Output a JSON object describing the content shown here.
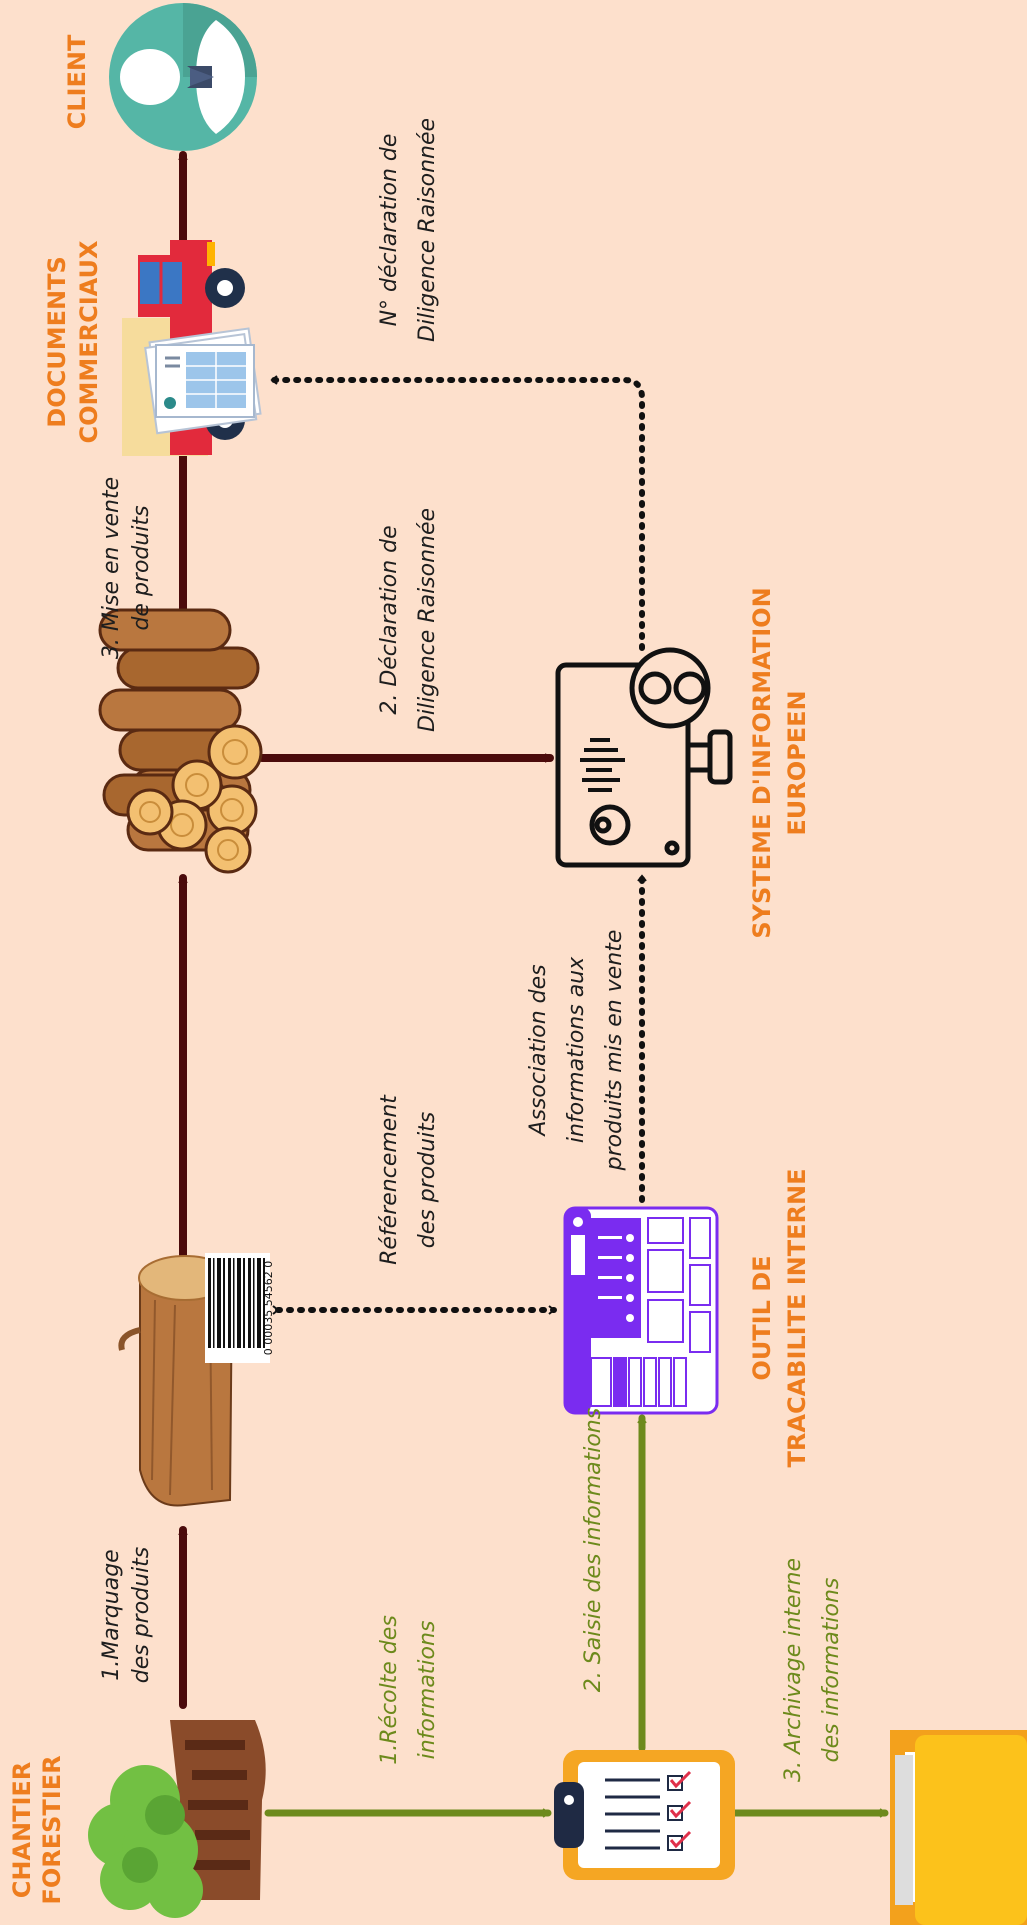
{
  "labels": {
    "chantier": [
      "CHANTIER",
      "FORESTIER"
    ],
    "outil": [
      "OUTIL DE",
      "TRACABILITE INTERNE"
    ],
    "systeme": [
      "SYSTEME D'INFORMATION",
      "EUROPEEN"
    ],
    "documents": [
      "DOCUMENTS",
      "COMMERCIAUX"
    ],
    "client": "CLIENT"
  },
  "steps": {
    "marquage": [
      "1.Marquage",
      "des produits"
    ],
    "mise_en_vente": [
      "3. Mise en vente",
      "de produits"
    ],
    "referencement": [
      "Référencement",
      "des produits"
    ],
    "declaration": [
      "2. Déclaration de",
      "Diligence Raisonnée"
    ],
    "numero": [
      "N° déclaration de",
      "Diligence Raisonnée"
    ],
    "association": [
      "Association des",
      "informations aux",
      "produits mis en vente"
    ],
    "recolte": [
      "1.Récolte des",
      "informations"
    ],
    "saisie": "2. Saisie des informations",
    "archivage": [
      "3. Archivage interne",
      "des informations"
    ]
  },
  "barcode": "0  00035  54562  0",
  "colors": {
    "background": "#fde0cc",
    "orange": "#ee7d1e",
    "dark_arrow": "#4b0b0b",
    "green_arrow": "#6d8a1c",
    "purple": "#7a2cf0",
    "wood": "#b9773f"
  },
  "icons": [
    "tree-stump-icon",
    "clipboard-icon",
    "folder-icon",
    "stump-barcode-icon",
    "tracking-app-icon",
    "logs-icon",
    "radar-device-icon",
    "truck-documents-icon",
    "client-avatar-icon"
  ]
}
